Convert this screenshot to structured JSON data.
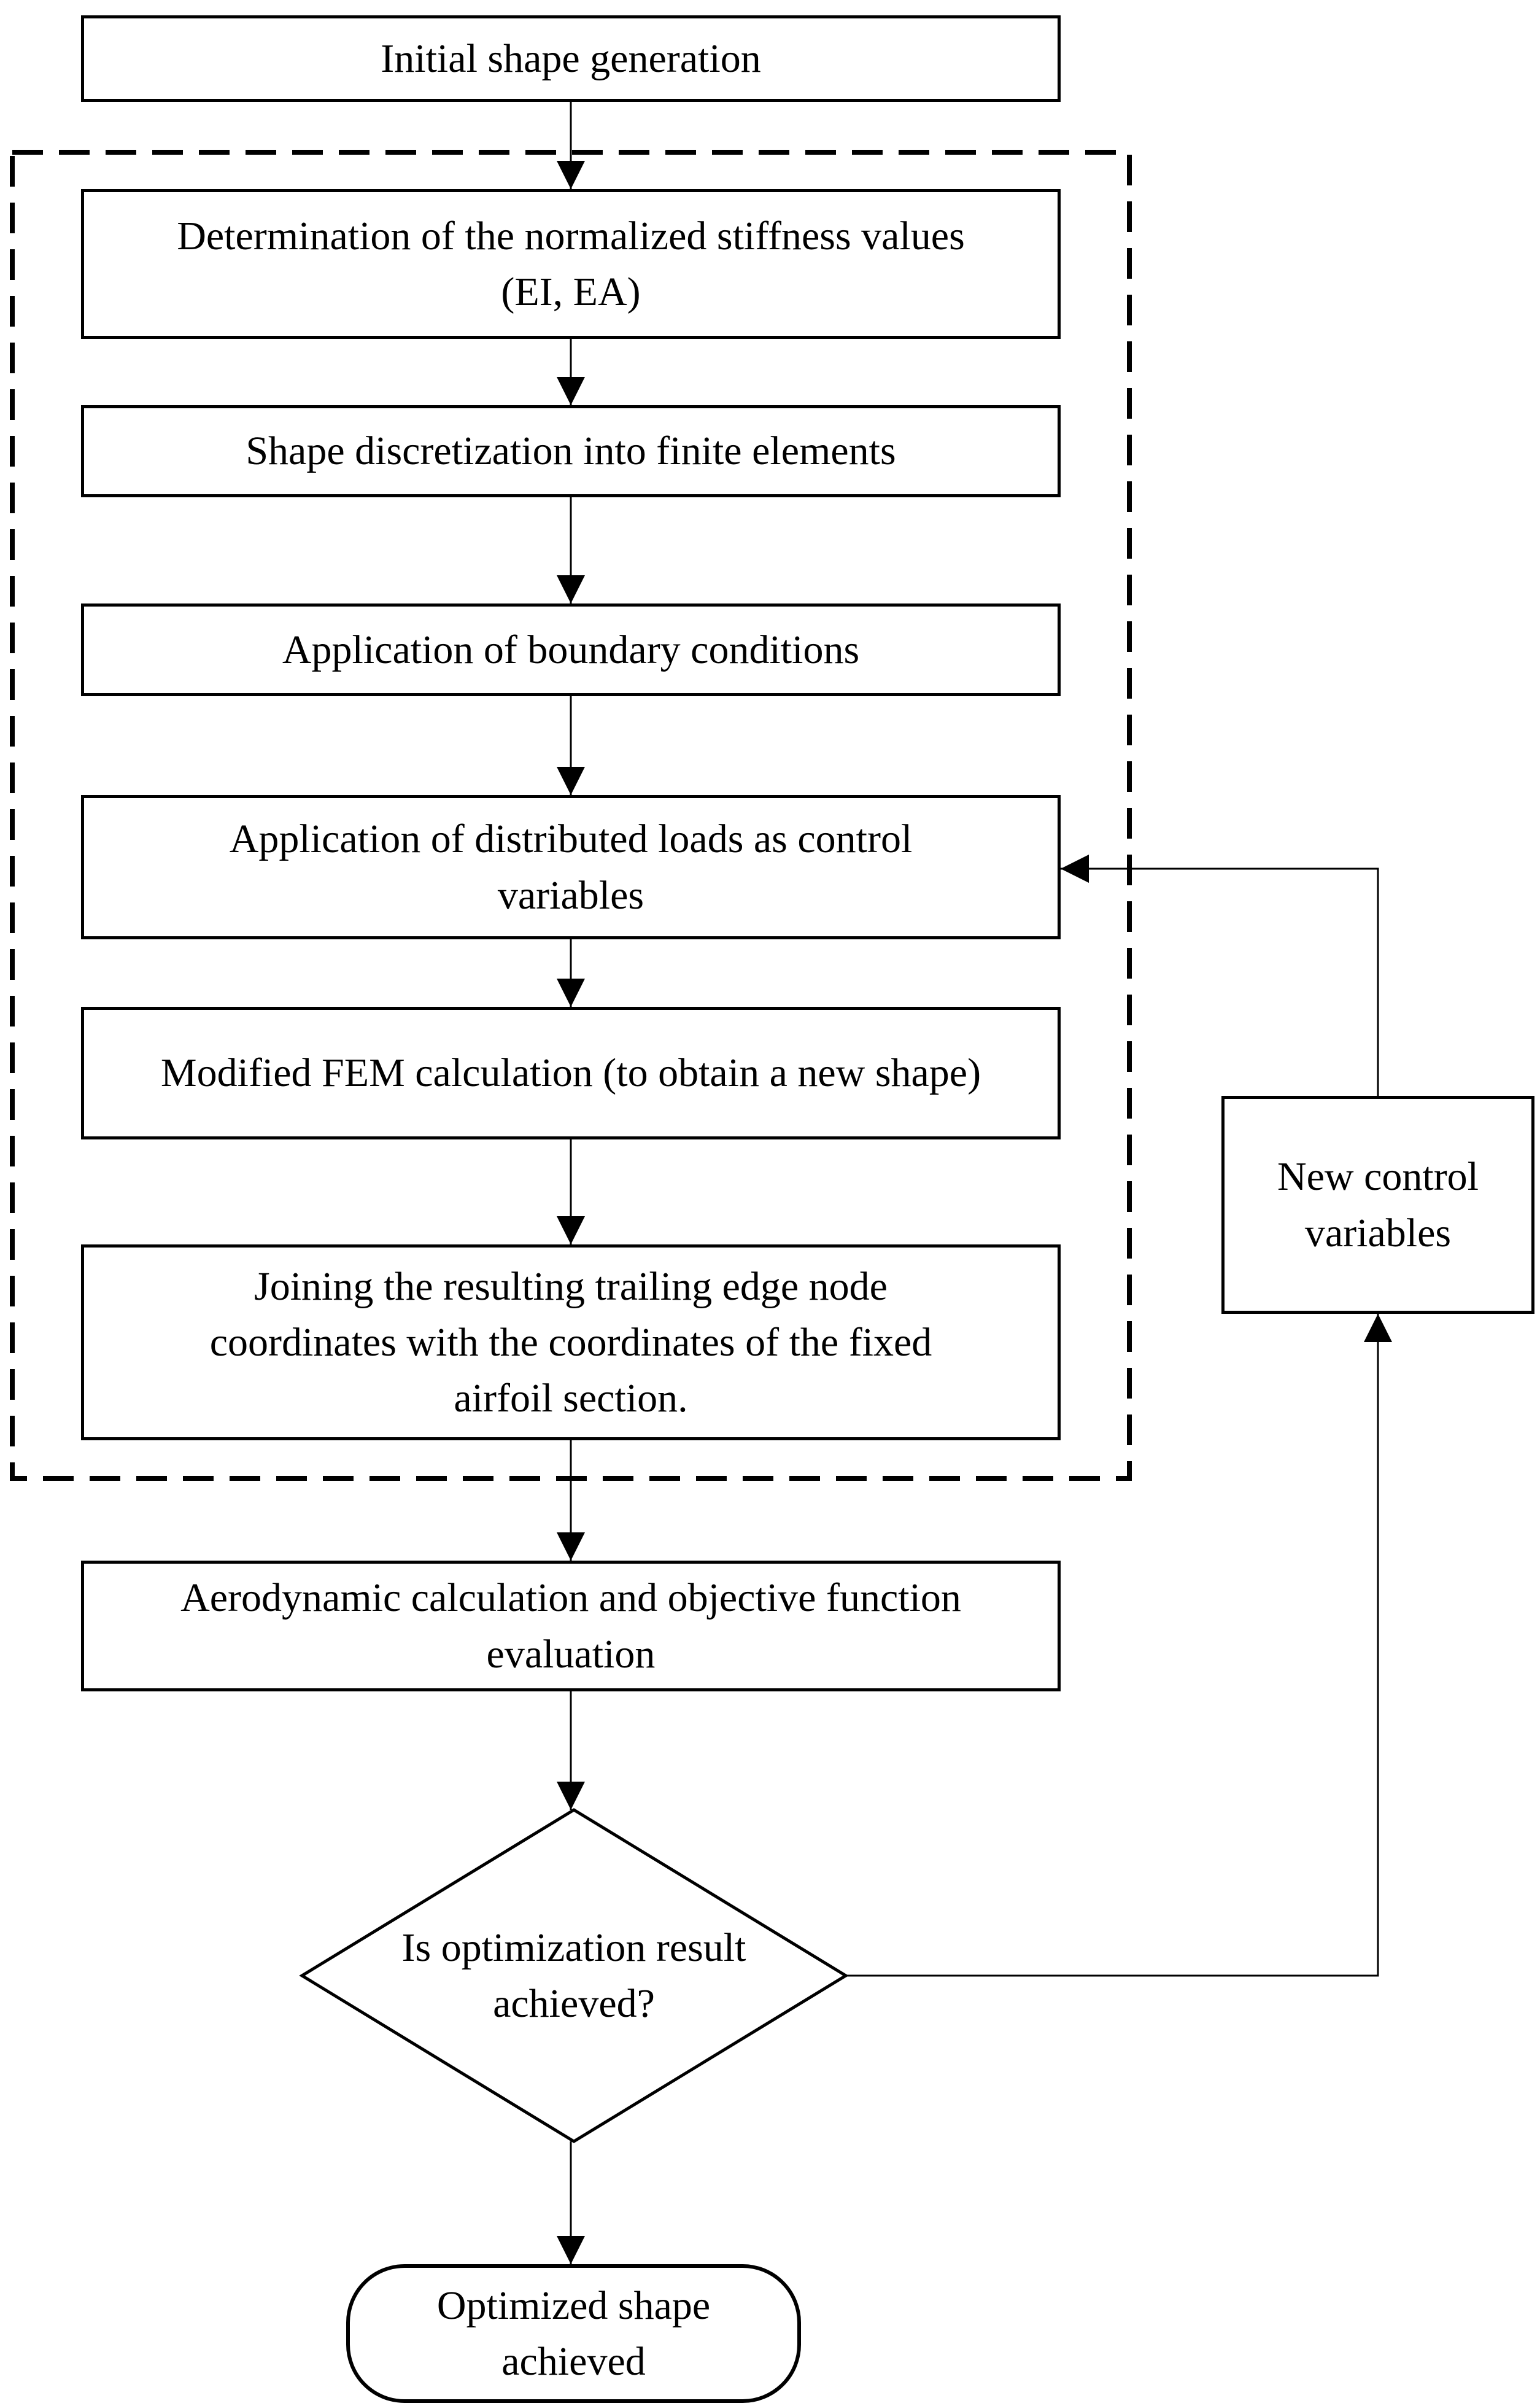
{
  "flowchart": {
    "colors": {
      "stroke": "#000000",
      "background": "#ffffff"
    },
    "nodes": {
      "initial_shape": {
        "type": "process",
        "label": "Initial shape generation"
      },
      "stiffness": {
        "type": "process",
        "label": "Determination of the normalized stiffness values\n(EI, EA)"
      },
      "discretization": {
        "type": "process",
        "label": "Shape discretization into finite elements"
      },
      "boundary": {
        "type": "process",
        "label": "Application of boundary conditions"
      },
      "loads": {
        "type": "process",
        "label": "Application of distributed loads as control\nvariables"
      },
      "fem": {
        "type": "process",
        "label": "Modified FEM calculation (to obtain a new shape)"
      },
      "joining": {
        "type": "process",
        "label": "Joining the resulting trailing edge node\ncoordinates with the coordinates of the fixed\nairfoil section."
      },
      "aero": {
        "type": "process",
        "label": "Aerodynamic calculation and objective function\nevaluation"
      },
      "decision": {
        "type": "decision",
        "label": "Is optimization result\nachieved?"
      },
      "optimized": {
        "type": "terminator",
        "label": "Optimized shape\nachieved"
      },
      "new_controls": {
        "type": "process",
        "label": "New control\nvariables"
      }
    },
    "groups": [
      {
        "name": "dashed-fem-group",
        "style": "dashed",
        "contains": [
          "stiffness",
          "discretization",
          "boundary",
          "loads",
          "fem",
          "joining"
        ]
      }
    ],
    "edges": [
      {
        "from": "initial_shape",
        "to": "stiffness"
      },
      {
        "from": "stiffness",
        "to": "discretization"
      },
      {
        "from": "discretization",
        "to": "boundary"
      },
      {
        "from": "boundary",
        "to": "loads"
      },
      {
        "from": "loads",
        "to": "fem"
      },
      {
        "from": "fem",
        "to": "joining"
      },
      {
        "from": "joining",
        "to": "aero"
      },
      {
        "from": "aero",
        "to": "decision"
      },
      {
        "from": "decision",
        "to": "optimized"
      },
      {
        "from": "decision",
        "to": "new_controls"
      },
      {
        "from": "new_controls",
        "to": "loads"
      }
    ]
  }
}
